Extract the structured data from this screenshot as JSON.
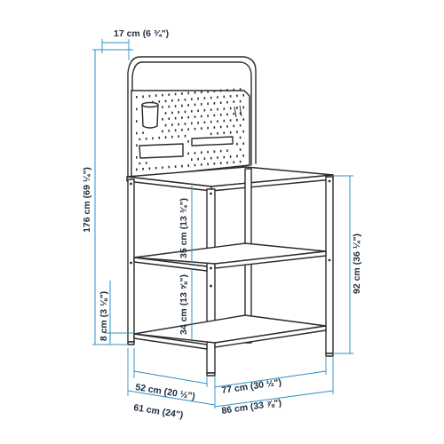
{
  "dimensions": {
    "pegboard_depth": "17 cm (6 ¾\")",
    "total_height": "176 cm (69 ¼\")",
    "counter_height": "92 cm (36 ¼\")",
    "upper_shelf_gap": "35 cm (13 ¾\")",
    "lower_shelf_gap": "34 cm (13 ⅝\")",
    "floor_clearance": "8 cm (3 ⅛\")",
    "inner_depth": "52 cm (20 ½\")",
    "outer_depth": "61 cm (24\")",
    "inner_width": "77 cm (30 ½\")",
    "outer_width": "86 cm (33 ⅞\")"
  },
  "colors": {
    "dimension_line": "#2d8fc9",
    "outline": "#2b2b2b",
    "label_text": "#1d2b3a"
  }
}
